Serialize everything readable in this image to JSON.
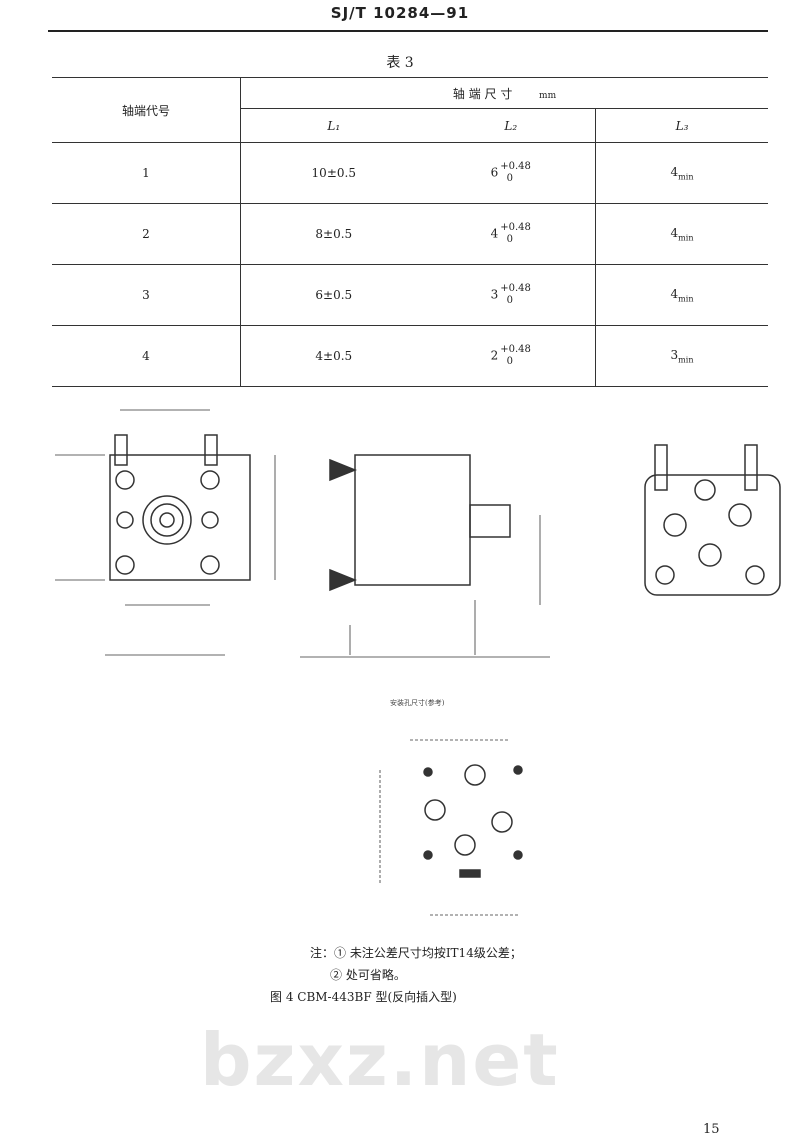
{
  "header": {
    "standard_code": "SJ/T 10284—91"
  },
  "watermark": "bzxz.net",
  "table": {
    "caption": "表 3",
    "col_code": "轴端代号",
    "group_header": "轴 端 尺 寸",
    "unit": "mm",
    "cols": [
      "L₁",
      "L₂",
      "L₃"
    ],
    "rows": [
      {
        "code": "1",
        "l1": "10±0.5",
        "l2_base": "6",
        "l2_upper": "+0.48",
        "l2_lower": "0",
        "l3": "4",
        "l3_sub": "min"
      },
      {
        "code": "2",
        "l1": "8±0.5",
        "l2_base": "4",
        "l2_upper": "+0.48",
        "l2_lower": "0",
        "l3": "4",
        "l3_sub": "min"
      },
      {
        "code": "3",
        "l1": "6±0.5",
        "l2_base": "3",
        "l2_upper": "+0.48",
        "l2_lower": "0",
        "l3": "4",
        "l3_sub": "min"
      },
      {
        "code": "4",
        "l1": "4±0.5",
        "l2_base": "2",
        "l2_upper": "+0.48",
        "l2_lower": "0",
        "l3": "3",
        "l3_sub": "min"
      }
    ]
  },
  "figure": {
    "mount_title": "安装孔尺寸(参考)",
    "note1": "注：① 未注公差尺寸均按IT14级公差；",
    "note2": "② 处可省略。",
    "caption": "图 4   CBM-443BF 型(反向插入型)"
  },
  "page_number": "15"
}
